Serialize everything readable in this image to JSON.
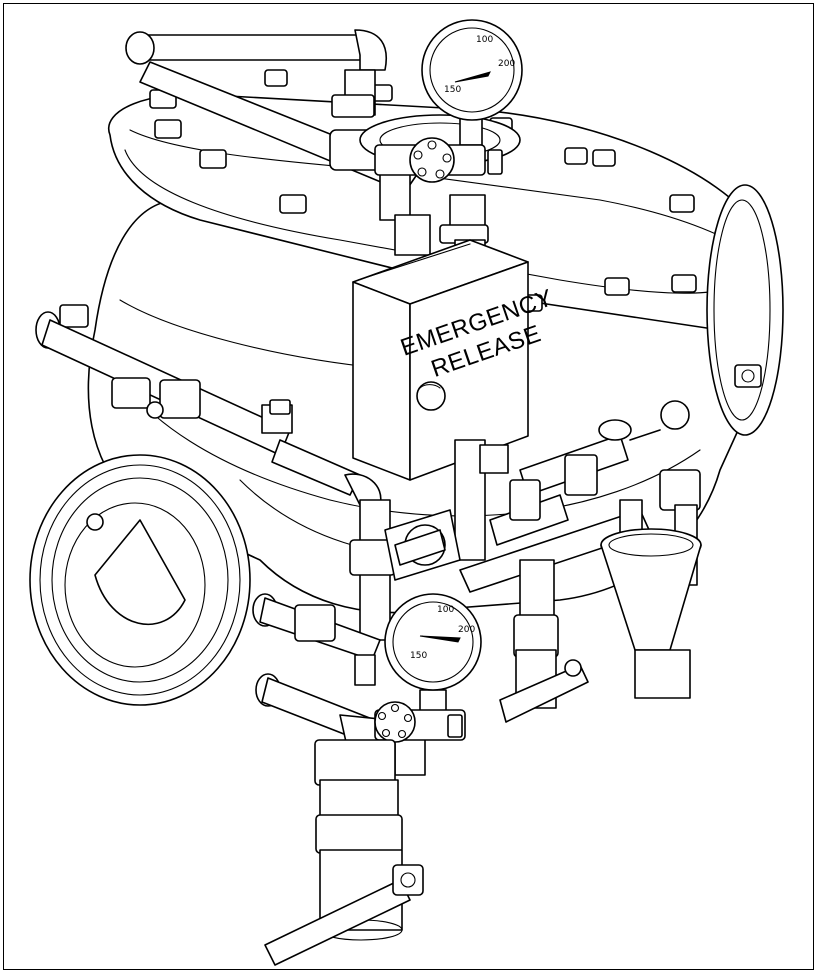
{
  "panel": {
    "label_line1": "EMERGENCY",
    "label_line2": "RELEASE"
  },
  "gauge_top": {
    "ticks": [
      "150",
      "100",
      "200"
    ]
  },
  "gauge_bottom": {
    "ticks": [
      "150",
      "100",
      "200"
    ]
  },
  "colors": {
    "line": "#000000",
    "background": "#ffffff"
  }
}
